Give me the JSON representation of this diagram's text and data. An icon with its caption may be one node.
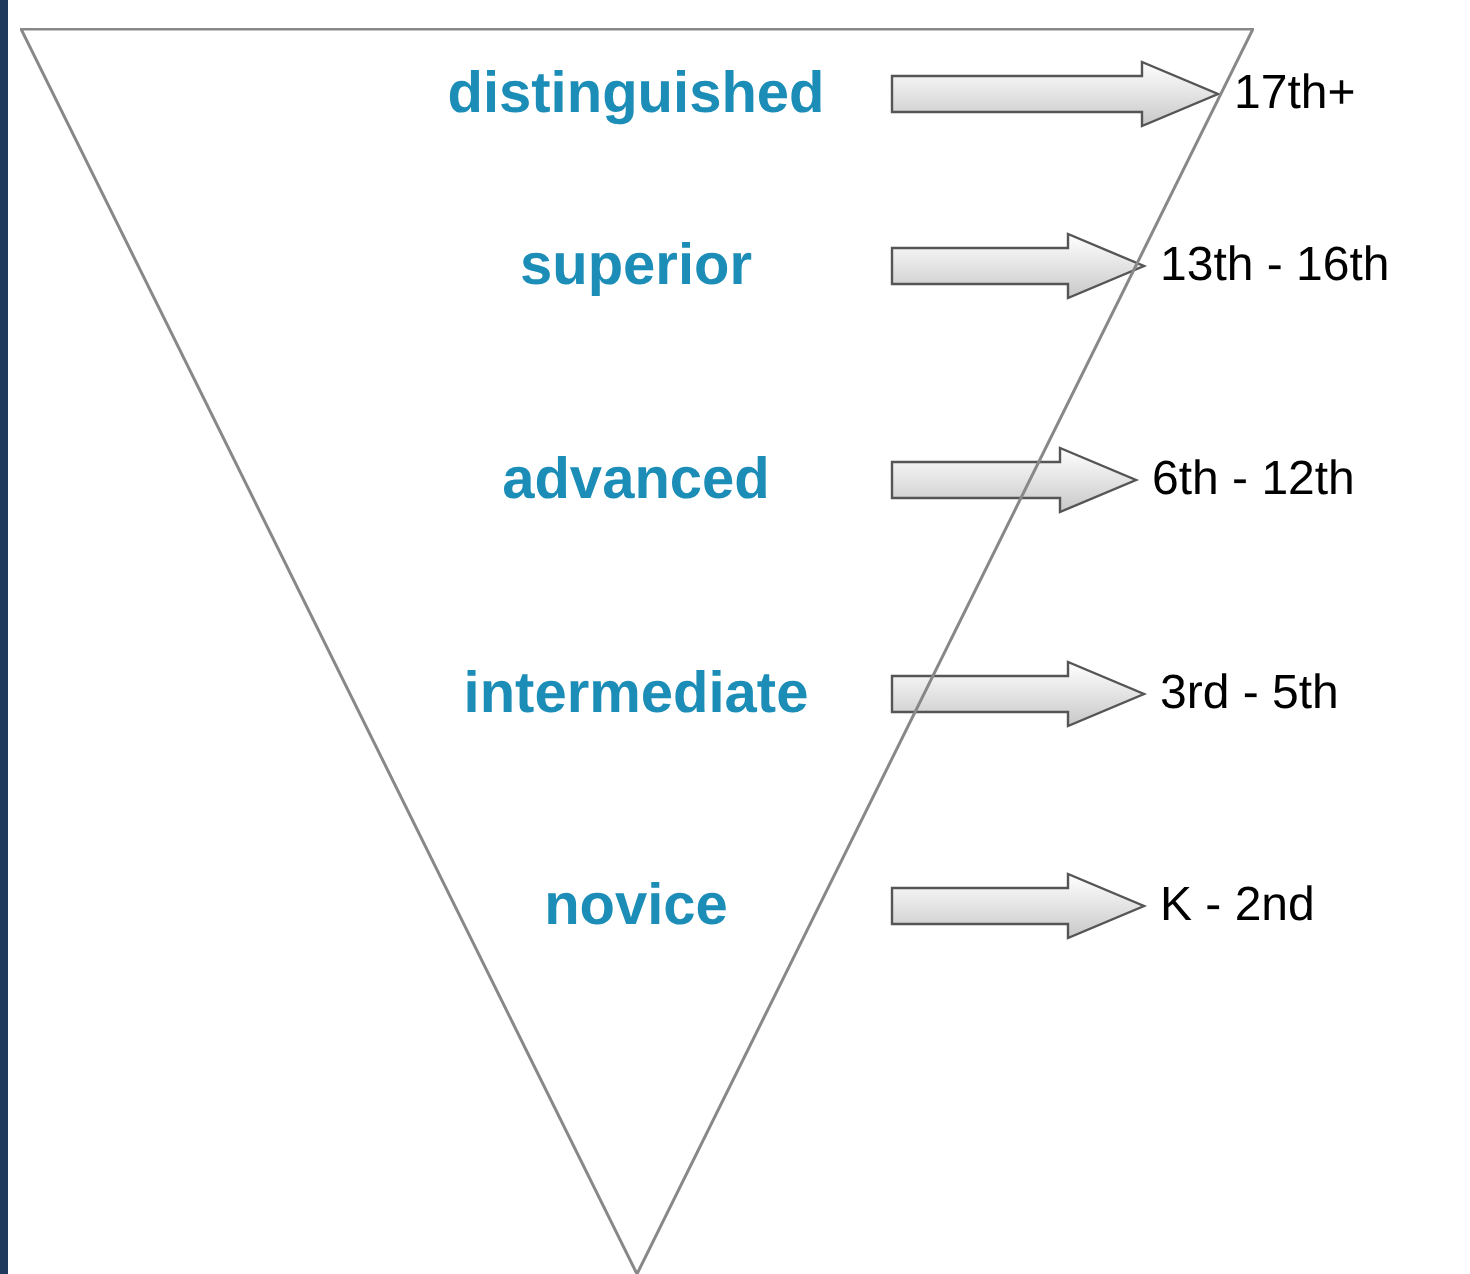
{
  "diagram": {
    "nodes": [
      {
        "text": [],
        "shape": "triangle"
      },
      {
        "text": [
          "distinguished"
        ],
        "in": 0
      },
      {
        "text": [
          "superior"
        ],
        "in": 0
      },
      {
        "text": [
          "advanced"
        ],
        "in": 0
      },
      {
        "text": [
          "intermediate"
        ],
        "in": 0
      },
      {
        "text": [
          "novice"
        ],
        "in": 0
      },
      {
        "text": [
          "17th+"
        ]
      },
      {
        "text": [
          "13th - 16th"
        ]
      },
      {
        "text": [
          "6th - 12th"
        ]
      },
      {
        "text": [
          "3rd - 5th"
        ]
      },
      {
        "text": [
          "K - 2nd"
        ]
      }
    ],
    "edges": [
      {
        "from": 1,
        "to": 6,
        "arrow": "to"
      },
      {
        "from": 2,
        "to": 7,
        "arrow": "to"
      },
      {
        "from": 3,
        "to": 8,
        "arrow": "to"
      },
      {
        "from": 4,
        "to": 9,
        "arrow": "to"
      },
      {
        "from": 5,
        "to": 10,
        "arrow": "to"
      }
    ]
  }
}
